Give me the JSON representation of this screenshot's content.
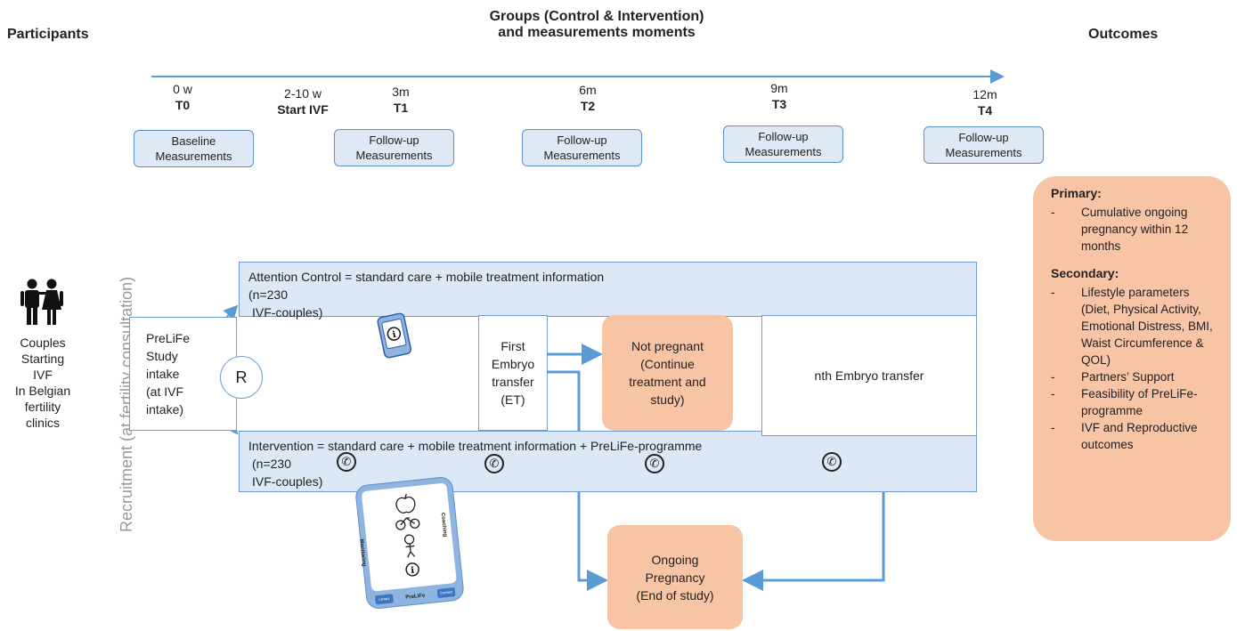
{
  "headers": {
    "participants": "Participants",
    "groups": "Groups (Control & Intervention)",
    "groups_sub": "and measurements moments",
    "outcomes": "Outcomes"
  },
  "timeline": [
    {
      "time": "0 w",
      "code": "T0",
      "label1": "Baseline",
      "label2": "Measurements"
    },
    {
      "time": "2-10 w",
      "code": "Start IVF"
    },
    {
      "time": "3m",
      "code": "T1",
      "label1": "Follow-up",
      "label2": "Measurements"
    },
    {
      "time": "6m",
      "code": "T2",
      "label1": "Follow-up",
      "label2": "Measurements"
    },
    {
      "time": "9m",
      "code": "T3",
      "label1": "Follow-up",
      "label2": "Measurements"
    },
    {
      "time": "12m",
      "code": "T4",
      "label1": "Follow-up",
      "label2": "Measurements"
    }
  ],
  "participants": {
    "lines": [
      "Couples",
      "Starting",
      "IVF",
      "In Belgian",
      "fertility",
      "clinics"
    ],
    "icon": "couple-icon"
  },
  "recruitment": "Recruitment (at fertility consultation)",
  "intake": {
    "lines": [
      "PreLiFe",
      "Study",
      "intake",
      "(at IVF",
      "intake)"
    ]
  },
  "randomize": "R",
  "control": {
    "title": "Attention Control = standard care + mobile treatment information",
    "n": "(n=230",
    "couples": "IVF-couples)"
  },
  "intervention": {
    "title": "Intervention = standard care + mobile treatment information + PreLiFe-programme",
    "n": "(n=230",
    "couples": "IVF-couples)"
  },
  "first_et": {
    "lines": [
      "First",
      "Embryo",
      "transfer",
      "(ET)"
    ]
  },
  "not_pregnant": {
    "lines": [
      "Not pregnant",
      "(Continue",
      "treatment and",
      "study)"
    ]
  },
  "nth_et": "nth Embryo transfer",
  "ongoing": {
    "lines": [
      "Ongoing",
      "Pregnancy",
      "(End of study)"
    ]
  },
  "app": {
    "left": "Monitoring",
    "right": "Coaching",
    "brand": "PreLiFe",
    "btn_left": "Library",
    "btn_right": "Contact"
  },
  "outcomes_box": {
    "primary_title": "Primary:",
    "primary": [
      "Cumulative ongoing pregnancy within 12 months"
    ],
    "secondary_title": "Secondary:",
    "secondary": [
      "Lifestyle parameters (Diet, Physical Activity, Emotional Distress, BMI, Waist Circumference & QOL)",
      "Partners’ Support",
      "Feasibility of PreLiFe-programme",
      "IVF and Reproductive outcomes"
    ]
  },
  "colors": {
    "accent": "#5b9bd5",
    "band": "#dce8f5",
    "orange": "#f7c4a5"
  }
}
